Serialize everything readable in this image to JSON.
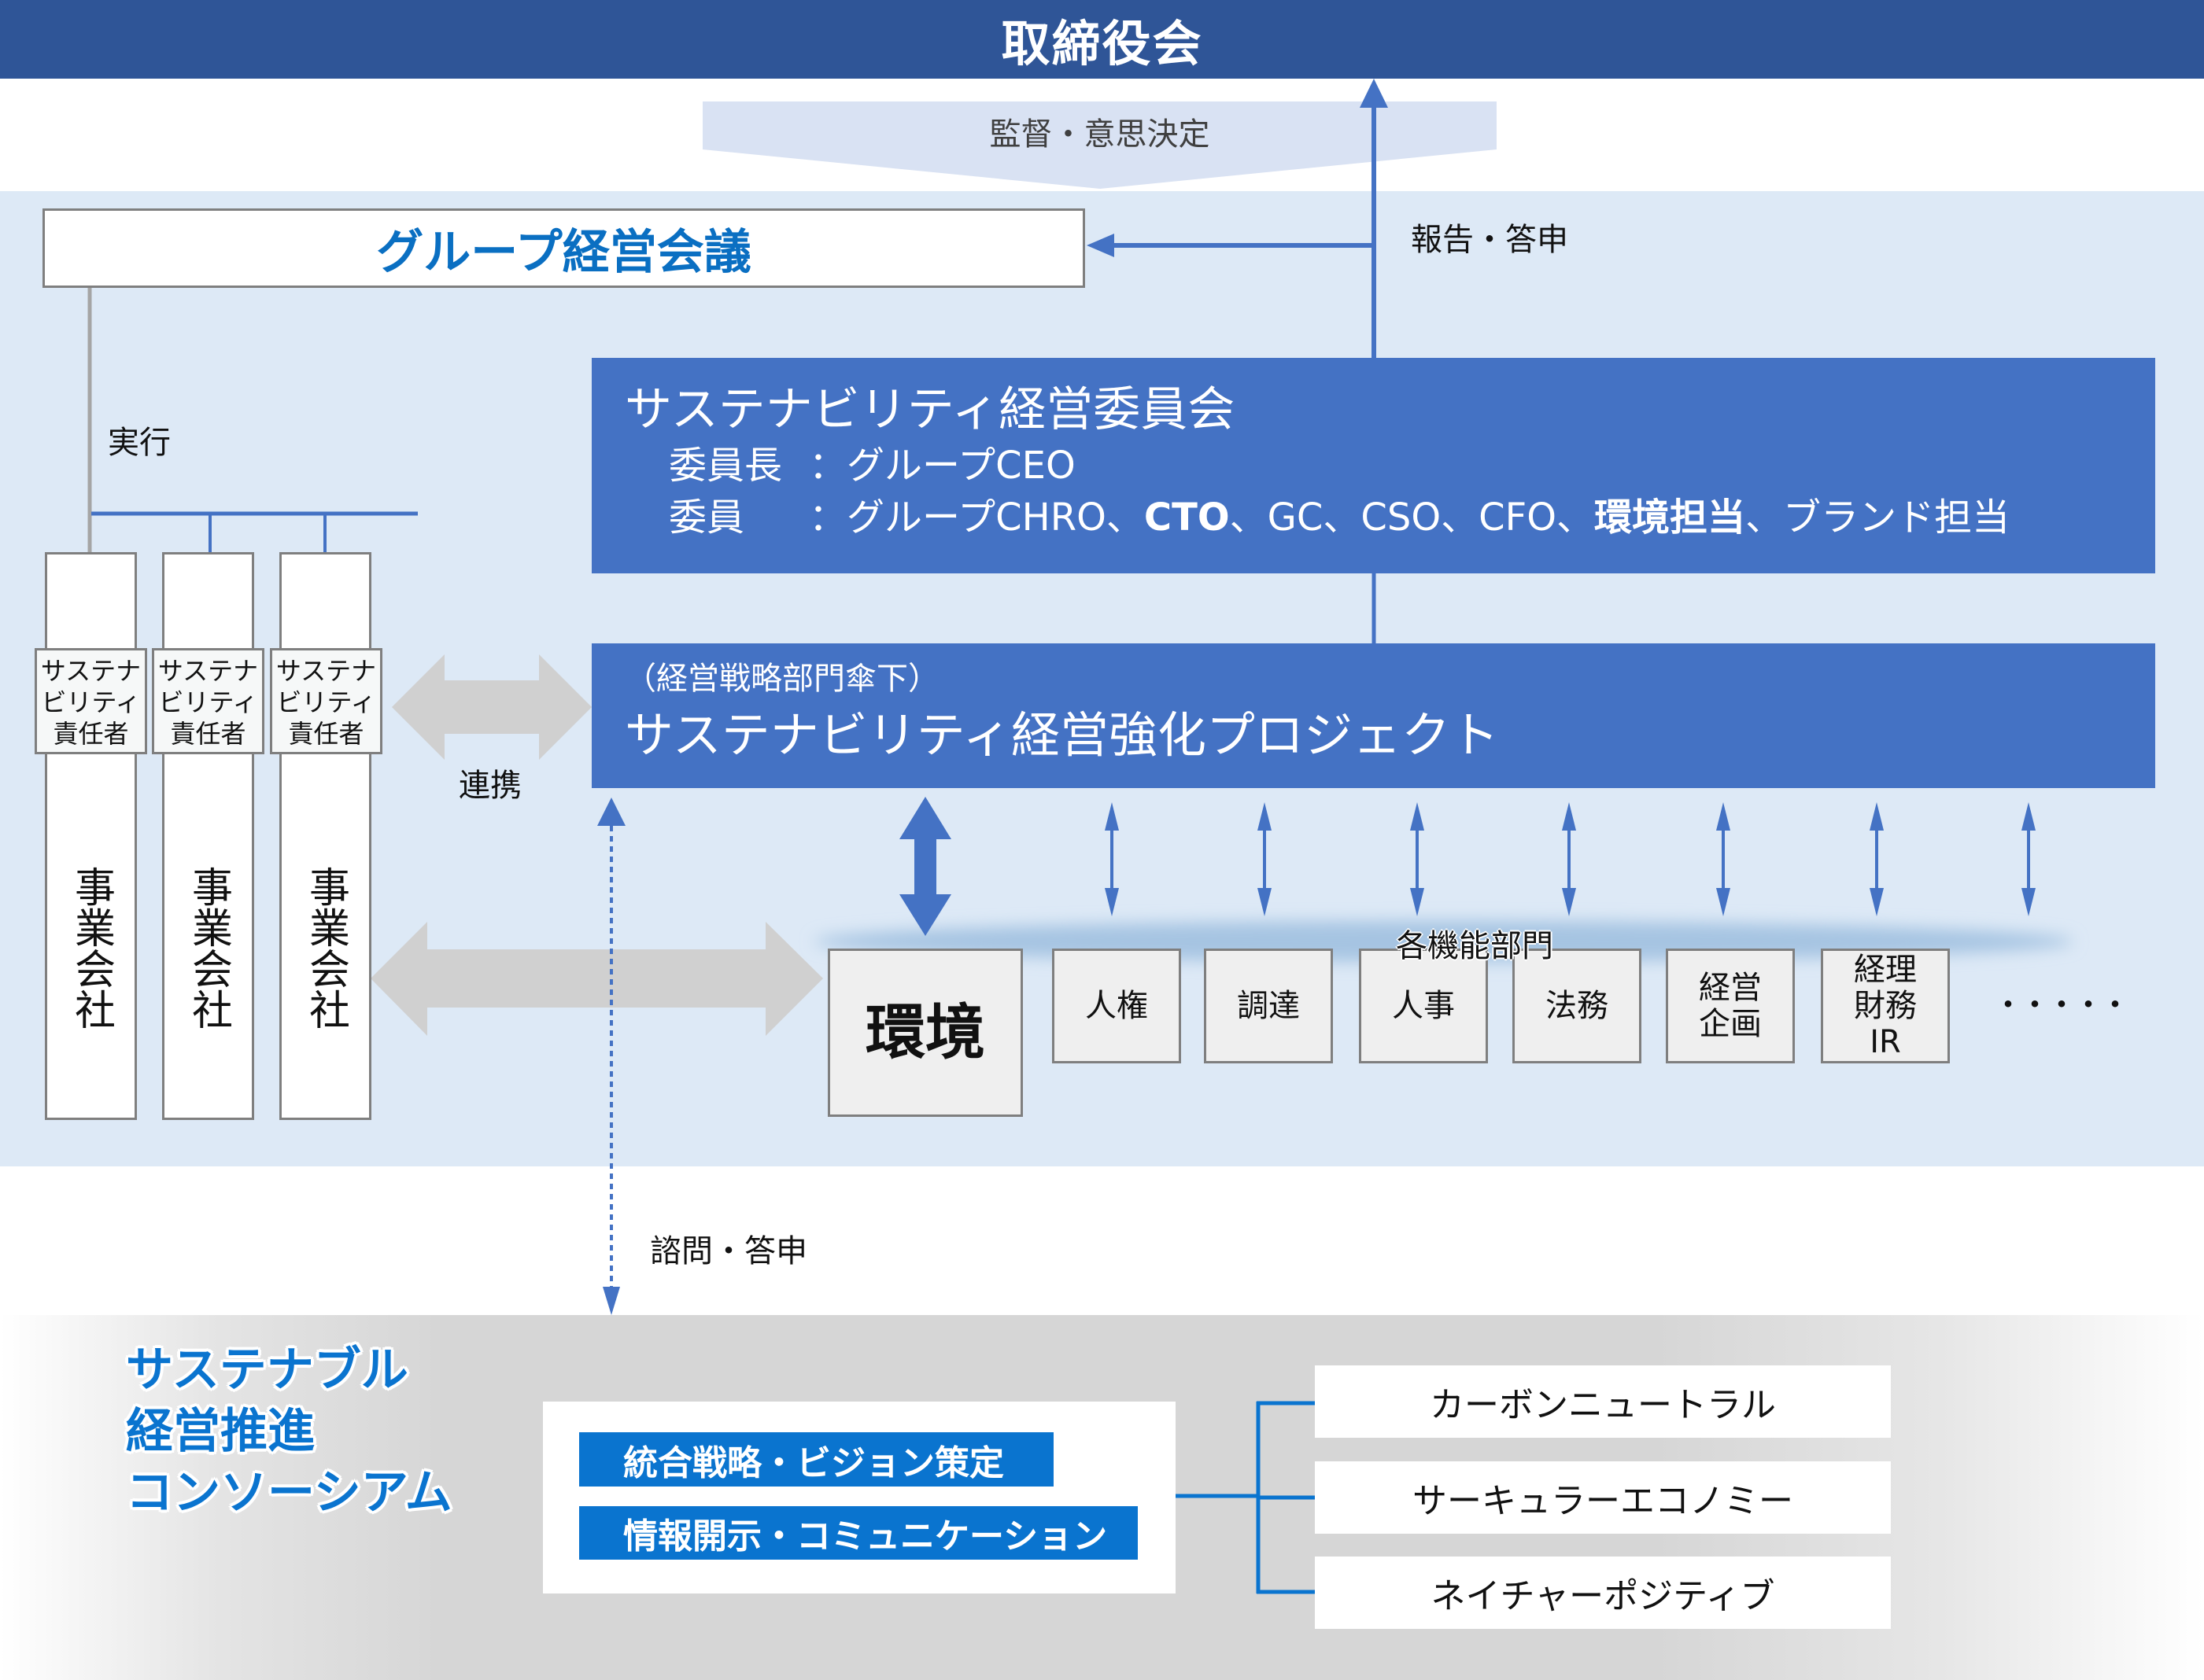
{
  "board": {
    "label": "取締役会"
  },
  "supervise": {
    "label": "監督・意思決定"
  },
  "report": {
    "label": "報告・答申"
  },
  "group_meeting": {
    "label": "グループ経営会議"
  },
  "execute": {
    "label": "実行"
  },
  "committee": {
    "title": "サステナビリティ経営委員会",
    "chair_key": "委員長",
    "chair_value": "：グループCEO",
    "members_key": "委員",
    "members": [
      {
        "text": "：グループCHRO、",
        "bold": false
      },
      {
        "text": "CTO",
        "bold": true
      },
      {
        "text": "、GC、CSO、CFO、",
        "bold": false
      },
      {
        "text": "環境担当",
        "bold": true
      },
      {
        "text": "、ブランド担当",
        "bold": false
      }
    ]
  },
  "project": {
    "subtitle": "（経営戦略部門傘下）",
    "title": "サステナビリティ経営強化プロジェクト"
  },
  "business_companies": [
    {
      "officer": [
        "サステナ",
        "ビリティ",
        "責任者"
      ],
      "name": "事業会社"
    },
    {
      "officer": [
        "サステナ",
        "ビリティ",
        "責任者"
      ],
      "name": "事業会社"
    },
    {
      "officer": [
        "サステナ",
        "ビリティ",
        "責任者"
      ],
      "name": "事業会社"
    }
  ],
  "collaboration": {
    "label": "連携"
  },
  "functions": {
    "group_label": "各機能部門",
    "environment": "環境",
    "departments": [
      {
        "lines": [
          "人権"
        ]
      },
      {
        "lines": [
          "調達"
        ]
      },
      {
        "lines": [
          "人事"
        ]
      },
      {
        "lines": [
          "法務"
        ]
      },
      {
        "lines": [
          "経営",
          "企画"
        ]
      },
      {
        "lines": [
          "経理",
          "財務",
          "IR"
        ]
      }
    ],
    "more": "・・・・・"
  },
  "consult": {
    "label": "諮問・答申"
  },
  "consortium": {
    "title_lines": [
      "サステナブル",
      "経営推進",
      "コンソーシアム"
    ],
    "activities": [
      "統合戦略・ビジョン策定",
      "情報開示・コミュニケーション"
    ],
    "themes": [
      "カーボンニュートラル",
      "サーキュラーエコノミー",
      "ネイチャーポジティブ"
    ]
  },
  "colors": {
    "board": "#2f5597",
    "committee": "#4472c4",
    "panel": "#dde9f6",
    "accent_blue": "#0a74cf",
    "arrow_blue": "#4472c4",
    "gray_arrow": "#d0d0d0"
  }
}
